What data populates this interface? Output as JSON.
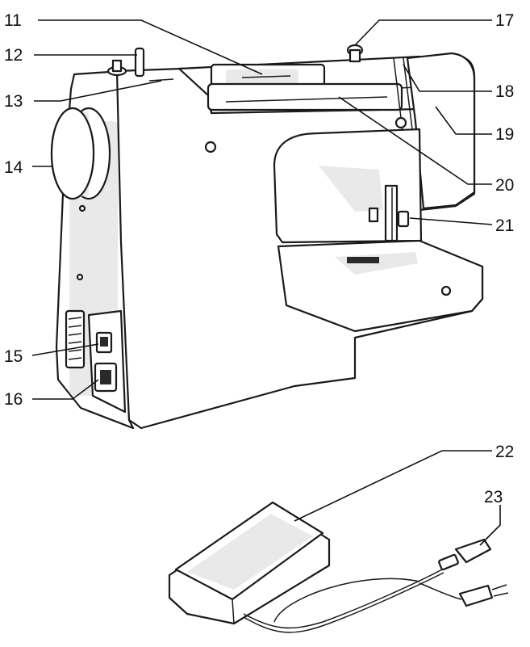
{
  "callouts": [
    {
      "id": "11",
      "label": "11"
    },
    {
      "id": "12",
      "label": "12"
    },
    {
      "id": "13",
      "label": "13"
    },
    {
      "id": "14",
      "label": "14"
    },
    {
      "id": "15",
      "label": "15"
    },
    {
      "id": "16",
      "label": "16"
    },
    {
      "id": "17",
      "label": "17"
    },
    {
      "id": "18",
      "label": "18"
    },
    {
      "id": "19",
      "label": "19"
    },
    {
      "id": "20",
      "label": "20"
    },
    {
      "id": "21",
      "label": "21"
    },
    {
      "id": "22",
      "label": "22"
    },
    {
      "id": "23",
      "label": "23"
    }
  ],
  "colors": {
    "line": "#1a1a1a",
    "shade": "#e9e9e9",
    "background": "#ffffff"
  }
}
